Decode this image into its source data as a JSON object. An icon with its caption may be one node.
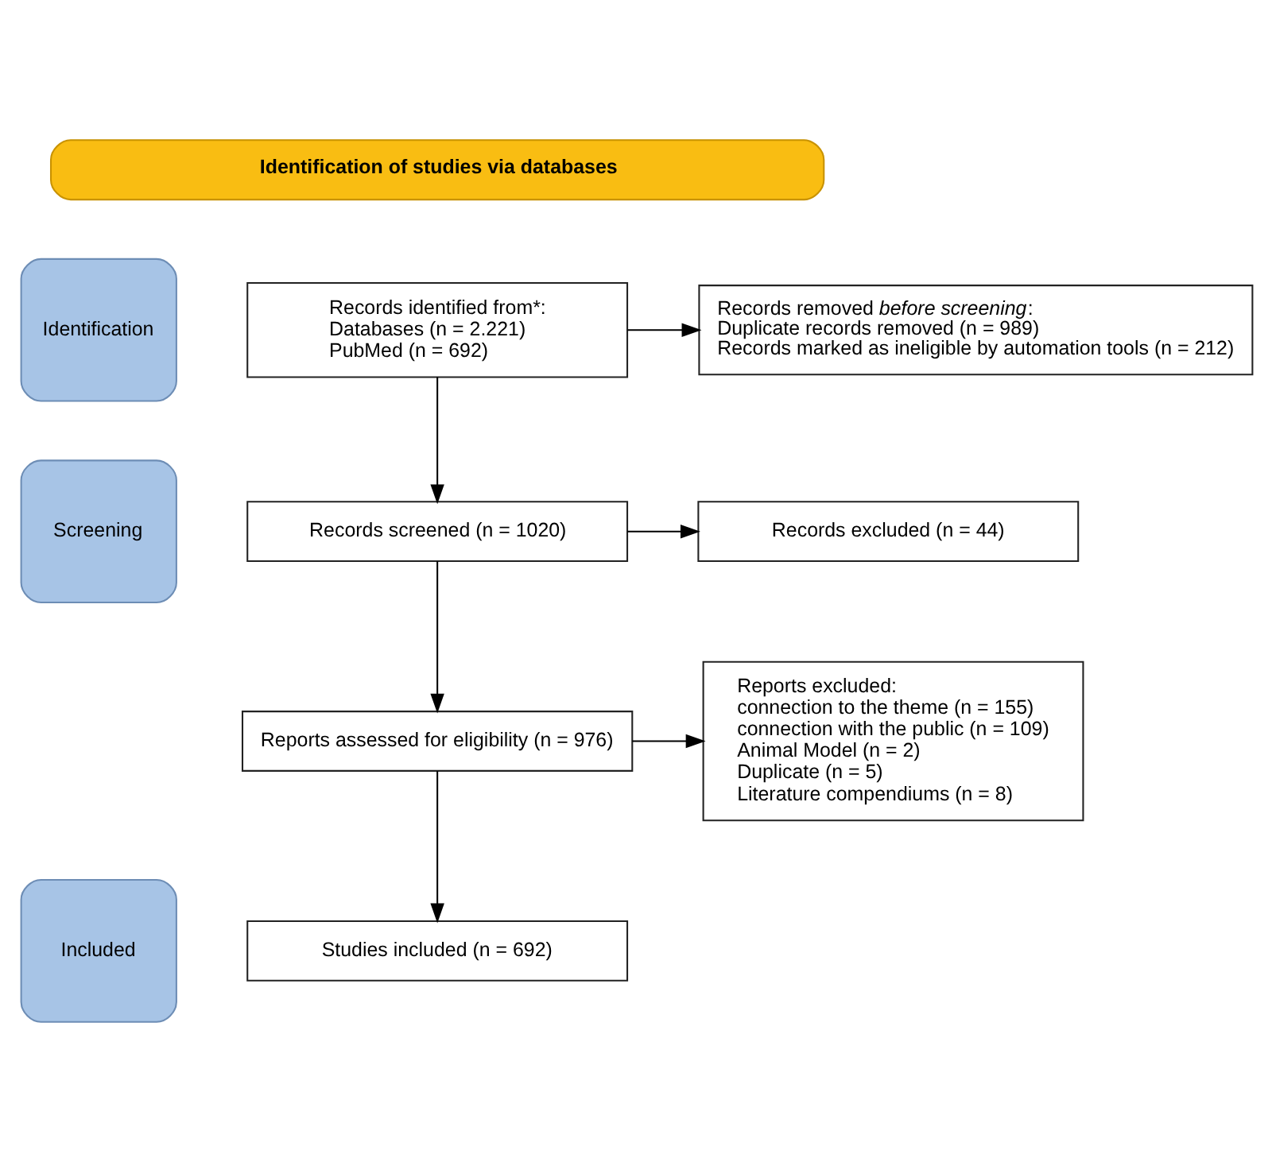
{
  "diagram": {
    "nodes": [
      {
        "text": [
          "Identification of studies via databases"
        ]
      },
      {
        "text": [
          "Identification"
        ]
      },
      {
        "text": [
          "Records identified from*:",
          "Databases (n = 2.221)",
          "PubMed (n = 692)"
        ]
      },
      {
        "text": [
          "Records removed *before screening*:",
          "Duplicate records removed (n = 989)",
          "Records marked as ineligible by automation tools (n = 212)"
        ]
      },
      {
        "text": [
          "Screening"
        ]
      },
      {
        "text": [
          "Records screened (n = 1020)"
        ]
      },
      {
        "text": [
          "Records excluded (n = 44)"
        ]
      },
      {
        "text": [
          "Reports assessed for eligibility (n = 976)"
        ]
      },
      {
        "text": [
          "Reports excluded:",
          "connection to the theme (n = 155)",
          "connection with the public (n = 109)",
          "Animal Model (n = 2)",
          "Duplicate (n = 5)",
          "Literature compendiums (n = 8)"
        ]
      },
      {
        "text": [
          "Included"
        ]
      },
      {
        "text": [
          "Studies included (n = 692)"
        ]
      }
    ],
    "edges": [
      {
        "from": 2,
        "to": 3,
        "arrow": "to"
      },
      {
        "from": 2,
        "to": 5,
        "arrow": "to"
      },
      {
        "from": 5,
        "to": 6,
        "arrow": "to"
      },
      {
        "from": 5,
        "to": 7,
        "arrow": "to"
      },
      {
        "from": 7,
        "to": 8,
        "arrow": "to"
      },
      {
        "from": 7,
        "to": 10,
        "arrow": "to"
      }
    ]
  }
}
